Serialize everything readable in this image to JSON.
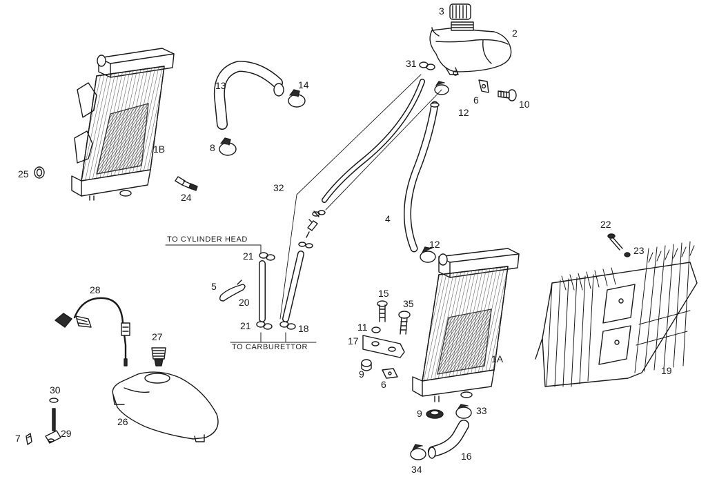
{
  "colors": {
    "ink": "#1a1a1a",
    "fin": "#555555",
    "shade": "#2b2b2b",
    "paper": "#ffffff"
  },
  "annotations": {
    "to_cylinder_head": "TO CYLINDER HEAD",
    "to_carburettor": "TO CARBURETTOR"
  },
  "callouts": {
    "c1a": "1A",
    "c1b": "1B",
    "c2": "2",
    "c3": "3",
    "c4": "4",
    "c5": "5",
    "c6a": "6",
    "c6b": "6",
    "c7": "7",
    "c8": "8",
    "c9a": "9",
    "c9b": "9",
    "c10": "10",
    "c11": "11",
    "c12a": "12",
    "c12b": "12",
    "c13": "13",
    "c14": "14",
    "c15": "15",
    "c16": "16",
    "c17": "17",
    "c18": "18",
    "c19": "19",
    "c20": "20",
    "c21a": "21",
    "c21b": "21",
    "c22": "22",
    "c23": "23",
    "c24": "24",
    "c25": "25",
    "c26": "26",
    "c27": "27",
    "c28": "28",
    "c29": "29",
    "c30": "30",
    "c31": "31",
    "c32": "32",
    "c33": "33",
    "c34": "34",
    "c35": "35"
  }
}
